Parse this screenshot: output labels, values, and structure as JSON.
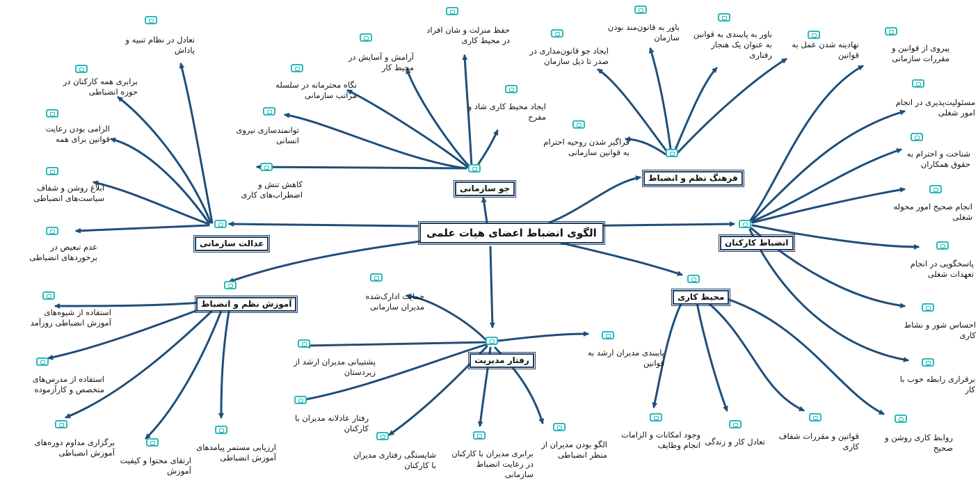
{
  "root": "الگوی انضباط اعضای هیات علمی",
  "branches": {
    "b_jav": "جو سازمانی",
    "b_farhang": "فرهنگ نظم و انضباط",
    "b_edalat": "عدالت سازمانی",
    "b_karkonan": "انضباط کارکنان",
    "b_amoozesh": "آموزش نظم و انضباط",
    "b_mohit": "محیط کاری",
    "b_raftar": "رفتار مدیریت"
  },
  "leaves": {
    "l_tadol_tanbih": "تعادل در نظام تنبیه و\nپاداش",
    "l_barabari_hame": "برابری همه کارکنان در\nحوزه انضباطی",
    "l_elzami": "الزامی بودن رعایت\nقوانین برای همه",
    "l_eblagh": "ابلاغ روشن و شفاف\nسیاست‌های انضباطی",
    "l_adam_tabiz": "عدم تبعیض در\nبرخوردهای انضباطی",
    "l_hefz": "حفظ منزلت و شان افراد\nدر محیط کاری",
    "l_aramesh": "آرامش و آسایش در\nمحیط کار",
    "l_negah": "نگاه محترمانه در سلسله\nمراتب سازمانی",
    "l_tavanmand": "توانمندسازی نیروی\nانسانی",
    "l_kahesh": "کاهش تنش و\nاضطراب‌های کاری",
    "l_ijad_shad": "ایجاد محیط کاری شاد و\nمفرح",
    "l_ijad_jav": "ایجاد جو قانون‌مداری در\nصدر تا ذیل سازمان",
    "l_bavar_ghanoon": "باور به قانون‌مند بودن\nسازمان",
    "l_bavar_paybandi": "باور به پایبندی به قوانین\nبه عنوان یک هنجار\nرفتاری",
    "l_nahadine": "نهادینه شدن عمل به\nقوانین",
    "l_faragir": "فراگیر شدن روحیه احترام\nبه قوانین سازمانی",
    "l_peyrovi": "پیروی از قوانین و\nمقررات سازمانی",
    "l_masooliat": "مسئولیت‌پذیری در انجام\nامور شغلی",
    "l_shenakht": "شناخت و احترام به\nحقوق همکاران",
    "l_anjam": "انجام صحیح امور محوله\nشغلی",
    "l_pasokhgooi": "پاسخگویی در انجام\nتعهدات شغلی",
    "l_ehsas": "احساس شور و نشاط\nکاری",
    "l_bargharari": "برقراری رابطه خوب با\nکار",
    "l_ravabet": "روابط کاری روشن و\nصحیح",
    "l_ghavanin_shafaf": "قوانین و مقررات شفاف\nکاری",
    "l_tadol_kar": "تعادل کار و زندگی",
    "l_vojood": "وجود امکانات و الزامات\nانجام وظایف",
    "l_estefade_shive": "استفاده از شیوه‌های\nآموزش انضباطی روزآمد",
    "l_estefade_modares": "استفاده از مدرس‌های\nمتخصص و کارآزموده",
    "l_bargozari": "برگزاری مداوم دوره‌های\nآموزش انضباطی",
    "l_ertegha": "ارتقای محتوا و کیفیت\nآموزش",
    "l_arzyabi": "ارزیابی مستمر پیامدهای\nآموزش انضباطی",
    "l_hemayat": "حمایت ادارک‌شده\nمدیران سازمانی",
    "l_poshtibani": "پشتیبانی مدیران ارشد از\nزیردستان",
    "l_raftar_adelane": "رفتار عادلانه مدیران با\nکارکنان",
    "l_shayestegi": "شایستگی رفتاری مدیران\nبا کارکنان",
    "l_barabari_modiran": "برابری مدیران با کارکنان\nدر رعایت انضباط\nسازمانی",
    "l_olgoo": "الگو بودن مدیران از\nمنظر انضباطی",
    "l_paybandi_modiran": "پایبندی مدیران ارشد به\nقوانین"
  },
  "colors": {
    "link": "#1f4e79",
    "icon": "#2bb8b8",
    "border": "#1f3f63"
  },
  "icon_name": "note-icon"
}
